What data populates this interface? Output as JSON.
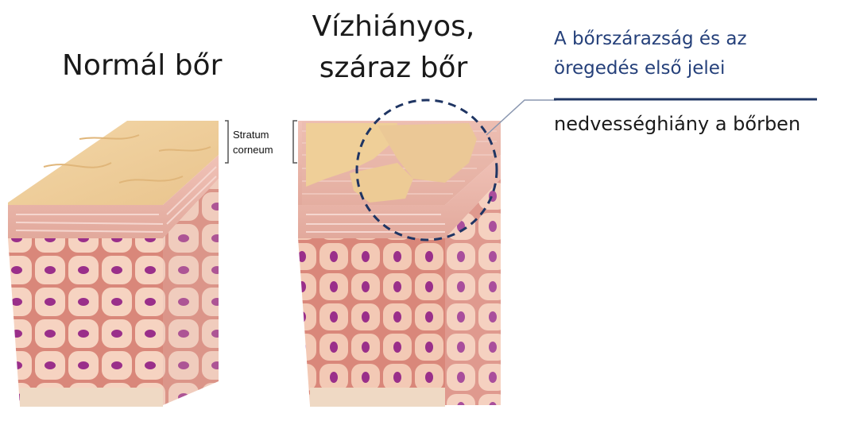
{
  "labels": {
    "normal_skin": "Normál bőr",
    "dry_skin_line1": "Vízhiányos,",
    "dry_skin_line2": "száraz bőr",
    "signs_line1": "A bőrszárazság és az",
    "signs_line2": "öregedés első jelei",
    "moisture_loss": "nedvességhiány a bőrben",
    "stratum_line1": "Stratum",
    "stratum_line2": "corneum"
  },
  "colors": {
    "accent_text": "#25407a",
    "divider_line": "#1f3563",
    "dashed_circle": "#1f3563",
    "surface": "#efcf98",
    "cell_fill": "#f6d2bf",
    "nucleus": "#9a2f8a"
  }
}
